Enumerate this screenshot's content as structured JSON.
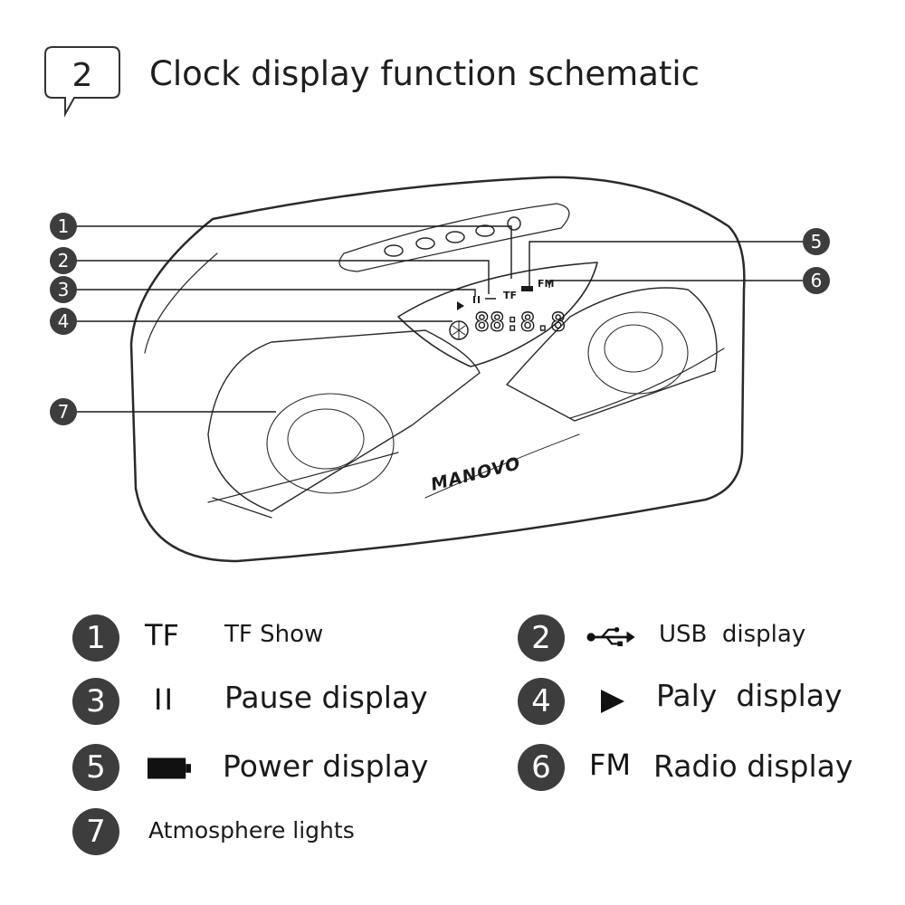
{
  "header": {
    "step_number": "2",
    "title": "Clock display function schematic"
  },
  "diagram": {
    "brand": "MANOVO",
    "display_digits": "88:8.8",
    "display_tags": {
      "tf": "TF",
      "fm": "FM"
    },
    "callouts": [
      "1",
      "2",
      "3",
      "4",
      "5",
      "6",
      "7"
    ]
  },
  "legend": [
    {
      "number": "1",
      "symbol": "TF",
      "label": "TF Show"
    },
    {
      "number": "2",
      "symbol_icon": "usb-icon",
      "label": "USB  display"
    },
    {
      "number": "3",
      "symbol": "II",
      "label": "Pause display"
    },
    {
      "number": "4",
      "symbol_icon": "play-icon",
      "label": "Paly  display"
    },
    {
      "number": "5",
      "symbol_icon": "battery-icon",
      "label": "Power display"
    },
    {
      "number": "6",
      "symbol": "FM",
      "label": "Radio display"
    },
    {
      "number": "7",
      "label": "Atmosphere lights"
    }
  ]
}
